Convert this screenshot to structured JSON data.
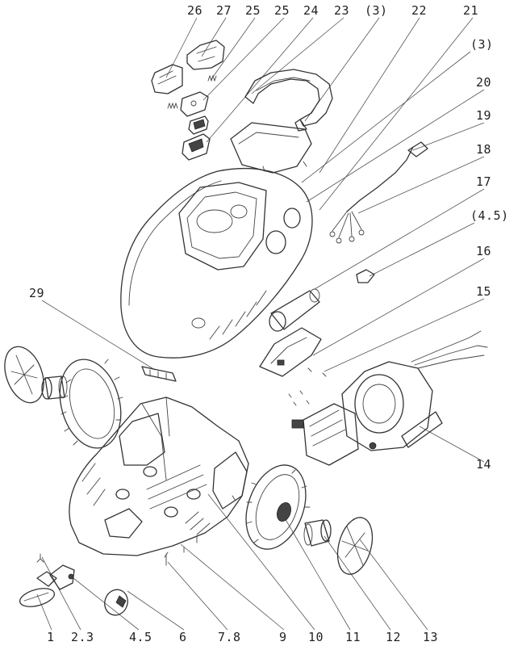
{
  "labels": {
    "top": [
      "26",
      "27",
      "25",
      "25",
      "24",
      "23",
      "(3)",
      "22",
      "21"
    ],
    "right": [
      "(3)",
      "20",
      "19",
      "18",
      "17",
      "(4.5)",
      "16",
      "15",
      "14"
    ],
    "left": [
      "29"
    ],
    "bottom": [
      "1",
      "2.3",
      "4.5",
      "6",
      "7.8",
      "9",
      "10",
      "11",
      "12",
      "13"
    ]
  }
}
